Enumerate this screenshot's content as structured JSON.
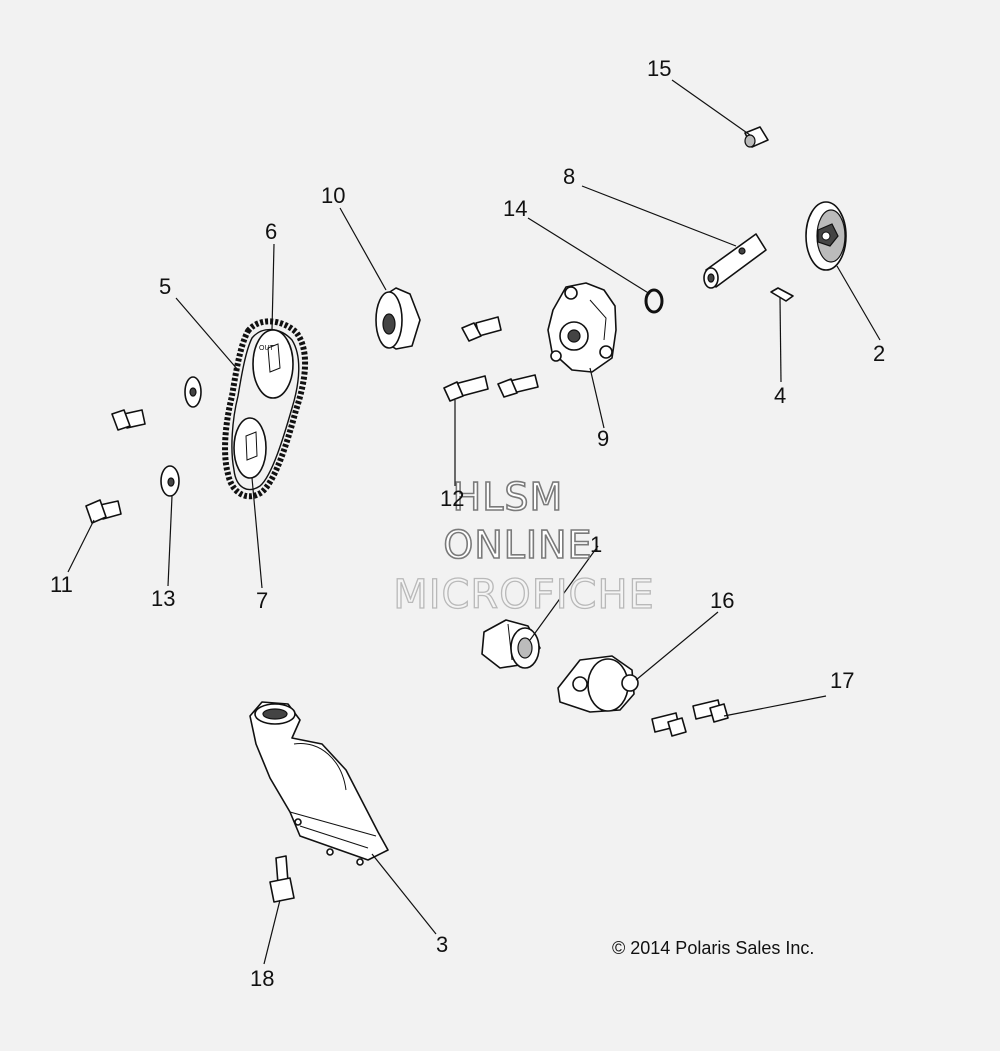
{
  "callouts": {
    "c1": "1",
    "c2": "2",
    "c3": "3",
    "c4": "4",
    "c5": "5",
    "c6": "6",
    "c7": "7",
    "c8": "8",
    "c9": "9",
    "c10": "10",
    "c11": "11",
    "c12": "12",
    "c13": "13",
    "c14": "14",
    "c15": "15",
    "c16": "16",
    "c17": "17",
    "c18": "18"
  },
  "watermark": {
    "line1": "HLSM",
    "line2": "ONLINE",
    "line3": "MICROFICHE"
  },
  "copyright": "© 2014 Polaris Sales Inc."
}
